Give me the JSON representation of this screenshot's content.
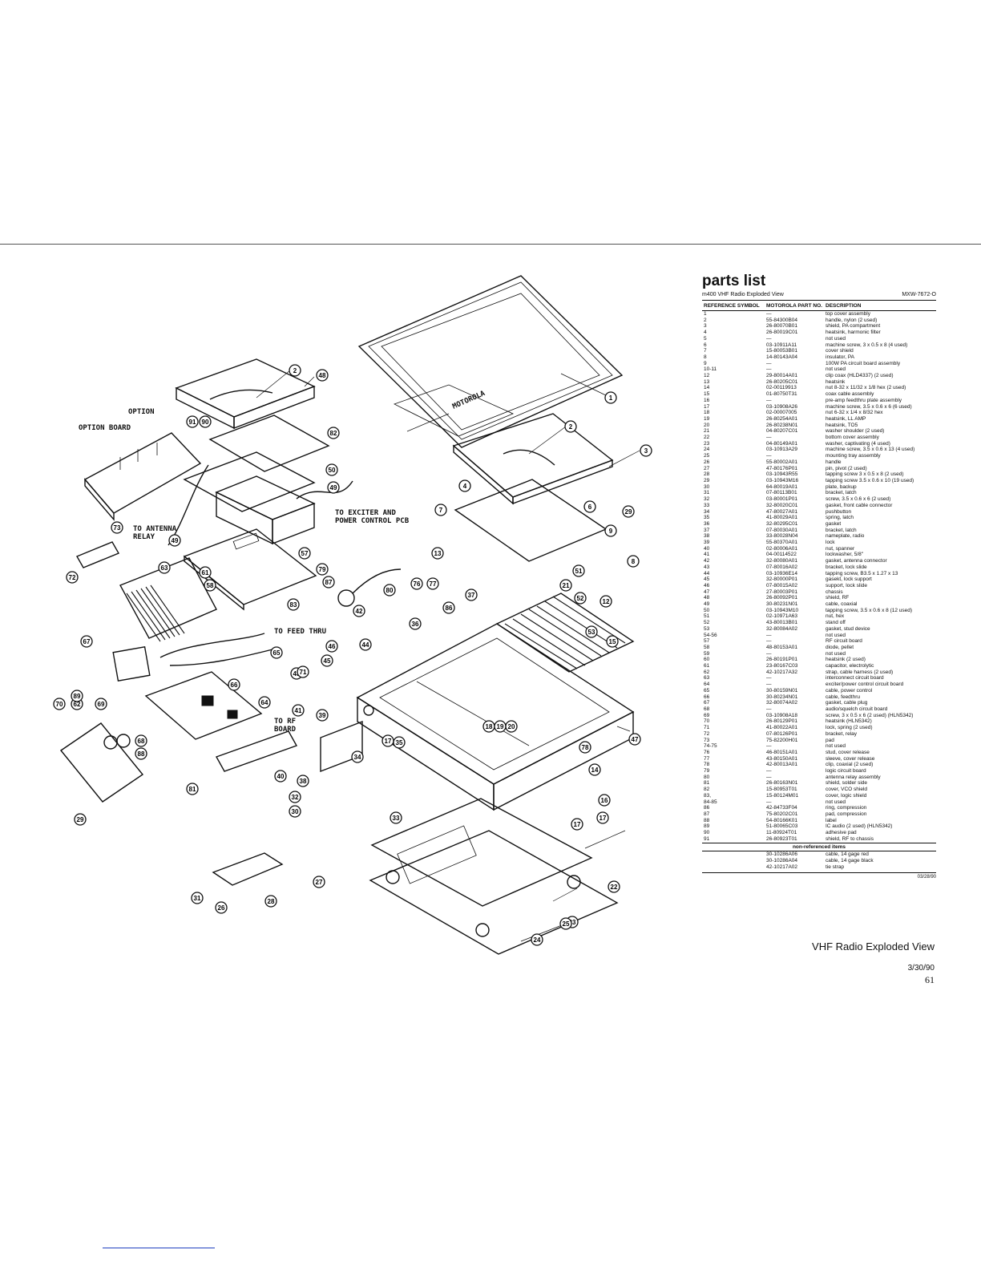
{
  "parts_list": {
    "title": "parts list",
    "subtitle": "m400 VHF Radio Exploded View",
    "doc_code": "MXW-7672-O",
    "headers": {
      "ref": "REFERENCE SYMBOL",
      "part": "MOTOROLA PART NO.",
      "desc": "DESCRIPTION"
    },
    "rows": [
      [
        "1",
        "—",
        "top cover assembly"
      ],
      [
        "2",
        "55-84300B04",
        "handle, nylon (2 used)"
      ],
      [
        "3",
        "26-80070B01",
        "shield, PA compartment"
      ],
      [
        "4",
        "26-80019C01",
        "heatsink, harmonic filter"
      ],
      [
        "5",
        "—",
        "not used"
      ],
      [
        "6",
        "03-10911A11",
        "machine screw, 3 x 0.5 x 8 (4 used)"
      ],
      [
        "7",
        "15-80053B01",
        "cover shield"
      ],
      [
        "8",
        "14-80143A04",
        "insulator, PA"
      ],
      [
        "9",
        "—",
        "100W PA circuit board assembly"
      ],
      [
        "10-11",
        "—",
        "not used"
      ],
      [
        "12",
        "29-80014A01",
        "clip coax (HLD4337) (2 used)"
      ],
      [
        "13",
        "26-80205C01",
        "heatsink"
      ],
      [
        "14",
        "02-00119913",
        "nut 8-32 x 11/32 x 1/8 hex (2 used)"
      ],
      [
        "15",
        "01-80750T31",
        "coax cable assembly"
      ],
      [
        "16",
        "—",
        "pre-amp feedthru plate assembly"
      ],
      [
        "17",
        "03-10908A26",
        "machine screw, 3.5 x 0.6 x 6 (6 used)"
      ],
      [
        "18",
        "02-00007005",
        "nut 6-32 x 1/4 x 8/32 hex"
      ],
      [
        "19",
        "26-80254A01",
        "heatsink, LL AMP"
      ],
      [
        "20",
        "26-80238N01",
        "heatsink, TO5"
      ],
      [
        "21",
        "04-80207C01",
        "washer shoulder (2 used)"
      ],
      [
        "22",
        "—",
        "bottom cover assembly"
      ],
      [
        "23",
        "04-80149A01",
        "washer, captivating (4 used)"
      ],
      [
        "24",
        "03-10913A29",
        "machine screw, 3.5 x 0.6 x 13 (4 used)"
      ],
      [
        "25",
        "—",
        "mounting tray assembly"
      ],
      [
        "26",
        "55-80002A01",
        "handle"
      ],
      [
        "27",
        "47-80176P01",
        "pin, pivot (2 used)"
      ],
      [
        "28",
        "03-10943R55",
        "tapping screw 3 x 0.5 x 8 (2 used)"
      ],
      [
        "29",
        "03-10943M16",
        "tapping screw 3.5 x 0.6 x 10 (19 used)"
      ],
      [
        "30",
        "64-80019A01",
        "plate, backup"
      ],
      [
        "31",
        "07-80113B01",
        "bracket, latch"
      ],
      [
        "32",
        "03-80001P01",
        "screw, 3.5 x 0.6 x 6 (2 used)"
      ],
      [
        "33",
        "32-80020C01",
        "gasket, front cable connector"
      ],
      [
        "34",
        "47-80027A01",
        "pushbutton"
      ],
      [
        "35",
        "41-80029A01",
        "spring, latch"
      ],
      [
        "36",
        "32-80295C01",
        "gasket"
      ],
      [
        "37",
        "07-80030A01",
        "bracket, latch"
      ],
      [
        "38",
        "33-80028N04",
        "nameplate, radio"
      ],
      [
        "39",
        "55-80370A01",
        "lock"
      ],
      [
        "40",
        "02-80006A01",
        "nut, spanner"
      ],
      [
        "41",
        "04-00114522",
        "lockwasher, 5/8\""
      ],
      [
        "42",
        "32-80080A01",
        "gasket, antenna connector"
      ],
      [
        "43",
        "07-80016A02",
        "bracket, lock slide"
      ],
      [
        "44",
        "03-10936E14",
        "tapping screw, B3.5 x 1.27 x 13"
      ],
      [
        "45",
        "32-80000P01",
        "gasekt, lock support"
      ],
      [
        "46",
        "07-80015A02",
        "support, lock slide"
      ],
      [
        "47",
        "27-80003P01",
        "chassis"
      ],
      [
        "48",
        "26-80092P01",
        "shield, RF"
      ],
      [
        "49",
        "30-80231N01",
        "cable, coaxial"
      ],
      [
        "50",
        "03-10943M10",
        "tapping screw, 3.5 x 0.6 x 8 (12 used)"
      ],
      [
        "51",
        "02-10971A63",
        "nut, hex"
      ],
      [
        "52",
        "43-80013B01",
        "stand off"
      ],
      [
        "53",
        "32-80084A02",
        "gasket, stud device"
      ],
      [
        "54-56",
        "—",
        "not used"
      ],
      [
        "57",
        "—",
        "RF circuit board"
      ],
      [
        "58",
        "48-80153A01",
        "diode, pellet"
      ],
      [
        "59",
        "—",
        "not used"
      ],
      [
        "60",
        "26-80191P01",
        "heatsink (2 used)"
      ],
      [
        "61",
        "23-80167C03",
        "capacitor, electrolytic"
      ],
      [
        "62",
        "42-10217A32",
        "strap, cable harness (2 used)"
      ],
      [
        "63",
        "—",
        "interconnect circuit board"
      ],
      [
        "64",
        "—",
        "exciter/power control circuit board"
      ],
      [
        "65",
        "30-80159N01",
        "cable, power control"
      ],
      [
        "66",
        "30-80234N01",
        "cable, feedthru"
      ],
      [
        "67",
        "32-80074A02",
        "gasket, cable plug"
      ],
      [
        "68",
        "—",
        "audio/squelch circuit board"
      ],
      [
        "69",
        "03-10908A18",
        "screw, 3 x 0.5 x 6 (2 used) (HLN5342)"
      ],
      [
        "70",
        "26-80129P01",
        "heatsink (HLN5342)"
      ],
      [
        "71",
        "41-80022A01",
        "lock, spring (2 used)"
      ],
      [
        "72",
        "07-80126P01",
        "bracket, relay"
      ],
      [
        "73",
        "75-82200H01",
        "pad"
      ],
      [
        "74-75",
        "—",
        "not used"
      ],
      [
        "76",
        "46-80151A01",
        "stud, cover release"
      ],
      [
        "77",
        "43-80150A01",
        "sleeve, cover release"
      ],
      [
        "78",
        "42-80013A01",
        "clip, coaxial (2 used)"
      ],
      [
        "79",
        "—",
        "logic circuit board"
      ],
      [
        "80",
        "—",
        "antenna relay assembly"
      ],
      [
        "81",
        "26-80163N01",
        "shield, solder side"
      ],
      [
        "82",
        "15-80953T01",
        "cover, VCO shield"
      ],
      [
        "83,",
        "15-80124M01",
        "cover, logic shield"
      ],
      [
        "84-85",
        "—",
        "not used"
      ],
      [
        "86",
        "42-84733F04",
        "ring, compression"
      ],
      [
        "87",
        "75-80202C01",
        "pad, compression"
      ],
      [
        "88",
        "54-80166K01",
        "label"
      ],
      [
        "89",
        "51-80065C03",
        "IC audio (2 used) (HLN5342)"
      ],
      [
        "90",
        "11-80924T01",
        "adhesive pad"
      ],
      [
        "91",
        "26-80923T01",
        "shield, RF to chassis"
      ]
    ],
    "nonref_title": "non-referenced items",
    "nonref_rows": [
      [
        "",
        "30-10286A06",
        "cable, 14 gage red"
      ],
      [
        "",
        "30-10286A04",
        "cable, 14 gage black"
      ],
      [
        "",
        "42-10217A02",
        "tie strap"
      ]
    ],
    "end_date": "03/28/90"
  },
  "diagram": {
    "labels": {
      "option": "OPTION",
      "option_board": "OPTION BOARD",
      "to_antenna_relay_1": "TO ANTENNA",
      "to_antenna_relay_2": "RELAY",
      "to_exciter_1": "TO EXCITER AND",
      "to_exciter_2": "POWER CONTROL PCB",
      "to_feed_thru": "TO FEED THRU",
      "to_rf_board_1": "TO RF",
      "to_rf_board_2": "BOARD"
    },
    "callouts": [
      "1",
      "2",
      "2",
      "3",
      "4",
      "6",
      "7",
      "8",
      "9",
      "12",
      "13",
      "14",
      "15",
      "16",
      "17",
      "17",
      "18",
      "19",
      "20",
      "21",
      "22",
      "23",
      "24",
      "25",
      "26",
      "27",
      "28",
      "29",
      "29",
      "30",
      "31",
      "32",
      "33",
      "34",
      "35",
      "36",
      "37",
      "38",
      "39",
      "40",
      "41",
      "42",
      "43",
      "44",
      "45",
      "46",
      "47",
      "48",
      "49",
      "49",
      "50",
      "51",
      "52",
      "53",
      "57",
      "58",
      "61",
      "62",
      "63",
      "64",
      "65",
      "66",
      "67",
      "68",
      "69",
      "70",
      "71",
      "72",
      "73",
      "76",
      "77",
      "78",
      "79",
      "80",
      "81",
      "82",
      "83",
      "86",
      "87",
      "88",
      "89",
      "90",
      "91",
      "17"
    ]
  },
  "footer": {
    "title": "VHF Radio Exploded View",
    "date": "3/30/90",
    "page_number": "61"
  }
}
